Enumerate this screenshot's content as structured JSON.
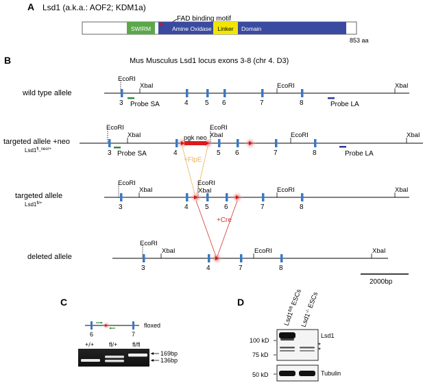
{
  "panel_a": {
    "letter": "A",
    "title": "Lsd1 (a.k.a.: AOF2; KDM1a)",
    "fad_label": "FAD binding motif",
    "domains": {
      "swirm": "SWIRM",
      "amine": "Amine Oxidase",
      "linker": "Linker",
      "domain": "Domain"
    },
    "length_label": "853 aa",
    "colors": {
      "swirm": "#5aa84a",
      "oxidase": "#3a4aa0",
      "linker": "#f2e600"
    }
  },
  "panel_b": {
    "letter": "B",
    "title": "Mus Musculus Lsd1 locus exons 3-8 (chr 4. D3)",
    "rows": {
      "wt": "wild type allele",
      "neo_main": "targeted allele +neo",
      "neo_sub": "Lsd1",
      "neo_sup": "fl_neo/+",
      "fl_main": "targeted allele",
      "fl_sub": "Lsd1",
      "fl_sup": "fl/+",
      "del": "deleted allele"
    },
    "sites": {
      "ecori": "EcoRI",
      "xbai": "XbaI"
    },
    "exons": {
      "e3": "3",
      "e4": "4",
      "e5": "5",
      "e6": "6",
      "e7": "7",
      "e8": "8"
    },
    "probes": {
      "sa": "Probe SA",
      "la": "Probe LA"
    },
    "pgk_neo": "pgk neo",
    "flpe": "+FlpE",
    "cre": "+Cre",
    "scale": "2000bp",
    "colors": {
      "exon": "#3a78c4",
      "probe_sa": "#2f8a3a",
      "probe_la": "#2a3a9a",
      "neo": "#dd1a1a",
      "flpe": "#f0b05a",
      "cre": "#d33030"
    }
  },
  "panel_c": {
    "letter": "C",
    "exon_left": "6",
    "exon_right": "7",
    "floxed": "floxed",
    "lanes": [
      "+/+",
      "fl/+",
      "fl/fl"
    ],
    "bands": [
      "169bp",
      "136bp"
    ]
  },
  "panel_d": {
    "letter": "D",
    "lane1_main": "Lsd1",
    "lane1_sup": "fl/fl",
    "lane1_tail": " ESCs",
    "lane2_main": "Lsd1",
    "lane2_sup": "-/-",
    "lane2_tail": " ESCs",
    "markers": [
      "100 kD",
      "75 kD",
      "50 kD"
    ],
    "protein_top": "Lsd1",
    "stars": "*\n*",
    "protein_bottom": "Tubulin"
  }
}
